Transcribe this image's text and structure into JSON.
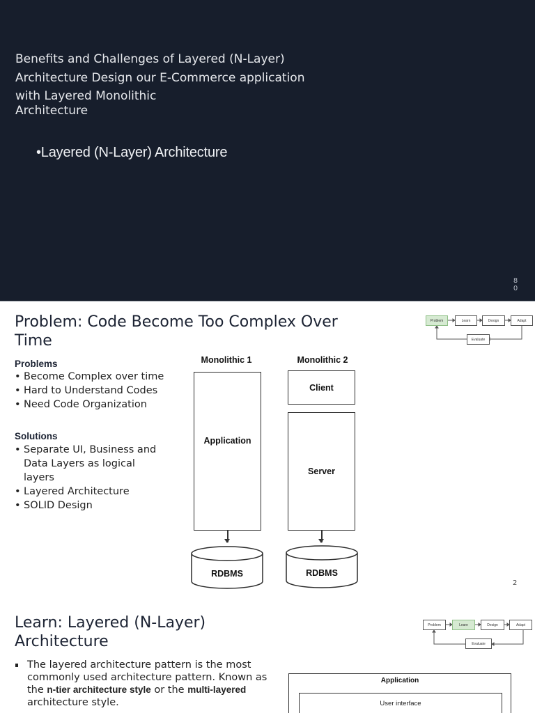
{
  "slide1": {
    "title_lines": [
      "Benefits and Challenges of Layered (N-Layer)",
      "Architecture  Design our E-Commerce application",
      "with Layered Monolithic",
      "Architecture"
    ],
    "bullet": "•Layered (N-Layer)  Architecture",
    "page_number_digits": [
      "8",
      "0"
    ],
    "background_color": "#171e2c"
  },
  "slide2": {
    "title": "Problem: Code Become Too Complex Over Time",
    "title_lines": [
      "Problem: Code Become Too Complex Over",
      "Time"
    ],
    "problems_heading": "Problems",
    "problems": [
      "Become Complex over time",
      "Hard to Understand Codes",
      "Need Code Organization"
    ],
    "solutions_heading": "Solutions",
    "solutions": [
      "Separate UI, Business and Data  Layers as logical layers",
      "Layered Architecture",
      "SOLID Design"
    ],
    "diagram": {
      "monolithic1": {
        "label": "Monolithic 1",
        "app_box": "Application",
        "db": "RDBMS"
      },
      "monolithic2": {
        "label": "Monolithic 2",
        "client_box": "Client",
        "server_box": "Server",
        "db": "RDBMS"
      }
    },
    "flow": {
      "nodes": [
        "Problem",
        "Learn",
        "Design",
        "Adapt",
        "Evaluate"
      ],
      "active": "Problem"
    },
    "page_number": "2"
  },
  "slide3": {
    "title_lines": [
      "Learn: Layered (N-Layer)",
      "Architecture"
    ],
    "bullet_parts": {
      "p1": "The layered architecture pattern is the most commonly  used architecture pattern. Known as the ",
      "b1": "n-tier  architecture style",
      "p2": " or the ",
      "b2": "multi-layered",
      "p3": " architecture  style."
    },
    "flow": {
      "nodes": [
        "Problem",
        "Learn",
        "Design",
        "Adapt",
        "Evaluate"
      ],
      "active": "Learn"
    },
    "diagram": {
      "app_title": "Application",
      "ui_layer": "User interface"
    }
  }
}
